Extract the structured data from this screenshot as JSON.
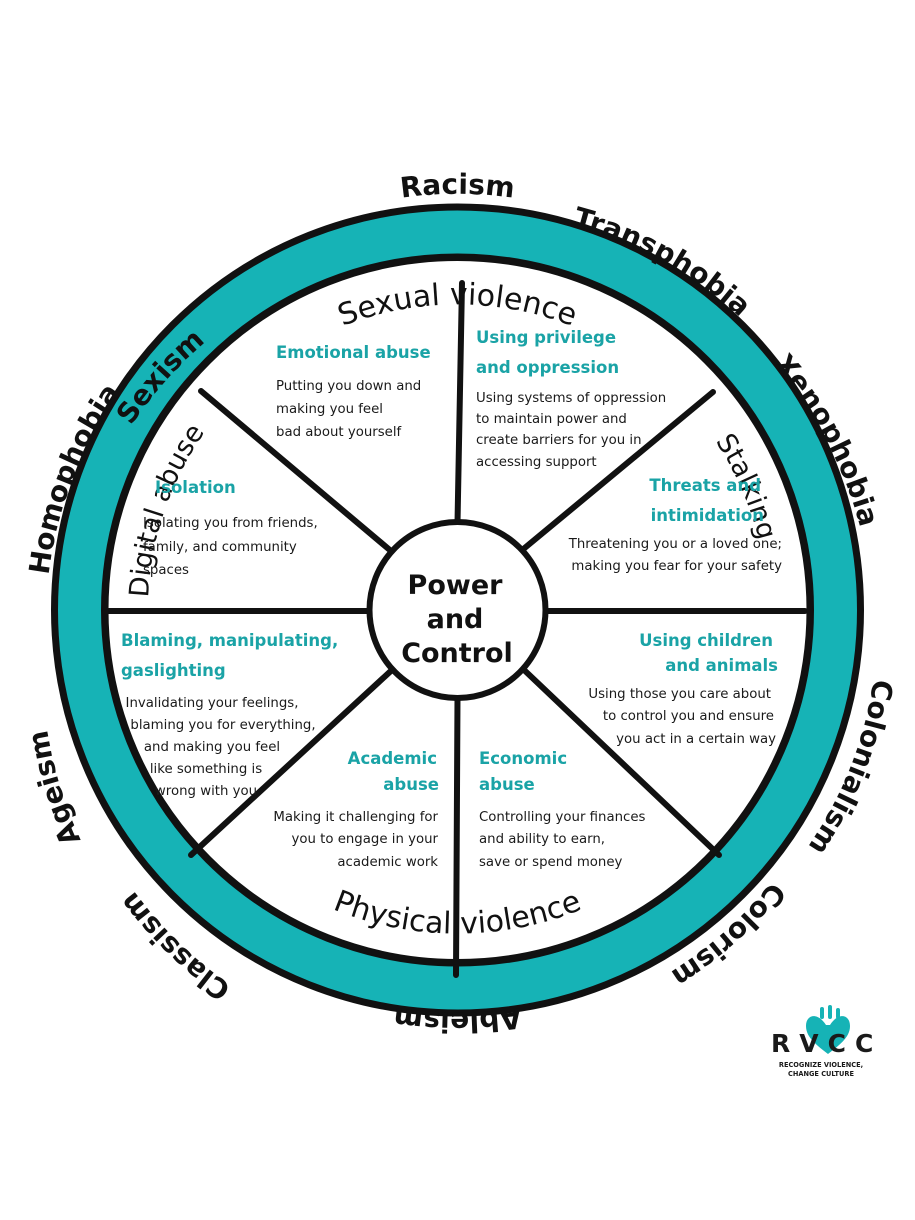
{
  "colors": {
    "teal": "#16b3b6",
    "teal_text": "#1aa3a6",
    "outline": "#111111",
    "background": "#ffffff"
  },
  "center": {
    "lines": [
      "Power",
      "and",
      "Control"
    ]
  },
  "oppressions": [
    "Racism",
    "Transphobia",
    "Xenophobia",
    "Colonialism",
    "Colorism",
    "Ableism",
    "Classism",
    "Ageism",
    "Homophobia",
    "Sexism"
  ],
  "violence": {
    "top": "Sexual violence",
    "right": "Stalking",
    "bottom": "Physical violence",
    "left": "Digital abuse"
  },
  "segments": [
    {
      "title": [
        "Emotional abuse"
      ],
      "desc": [
        "Putting you down and",
        "making you feel",
        "bad about yourself"
      ]
    },
    {
      "title": [
        "Using privilege",
        "and oppression"
      ],
      "desc": [
        "Using systems of oppression",
        "to maintain power and",
        "create barriers for you in",
        "accessing support"
      ]
    },
    {
      "title": [
        "Threats and",
        "intimidation"
      ],
      "desc": [
        "Threatening you or a loved one;",
        "making you fear for your safety"
      ]
    },
    {
      "title": [
        "Using children",
        "and animals"
      ],
      "desc": [
        "Using those you care about",
        "to control you and ensure",
        "you act in a certain way"
      ]
    },
    {
      "title": [
        "Economic",
        "abuse"
      ],
      "desc": [
        "Controlling your finances",
        "and ability to earn,",
        "save or spend money"
      ]
    },
    {
      "title": [
        "Academic",
        "abuse"
      ],
      "desc": [
        "Making it challenging for",
        "you to engage in your",
        "academic work"
      ]
    },
    {
      "title": [
        "Blaming, manipulating,",
        "gaslighting"
      ],
      "desc": [
        "Invalidating your feelings,",
        "blaming you for everything,",
        "and making you feel",
        "like something is",
        "wrong with you"
      ]
    },
    {
      "title": [
        "Isolation"
      ],
      "desc": [
        "Isolating you from friends,",
        "family, and community",
        "spaces"
      ]
    }
  ],
  "logo": {
    "letters": "RVCC",
    "tagline": [
      "RECOGNIZE VIOLENCE,",
      "CHANGE CULTURE"
    ],
    "icon": "anatomical-heart-icon"
  }
}
